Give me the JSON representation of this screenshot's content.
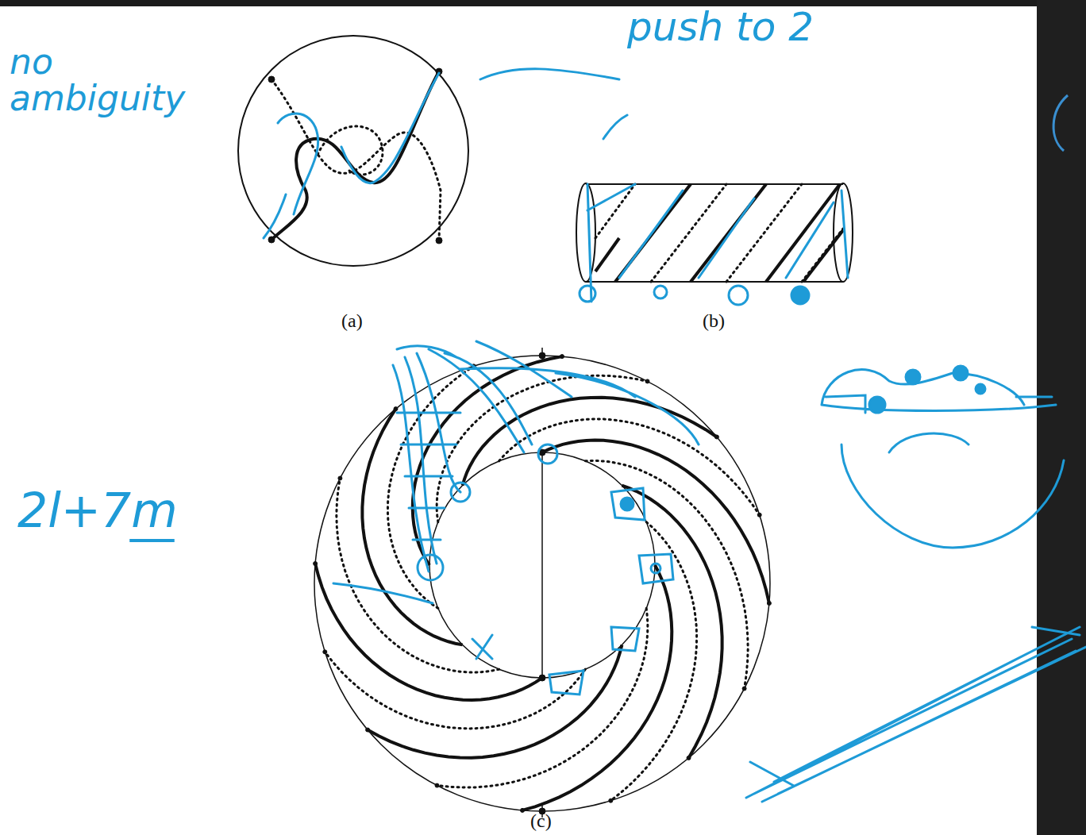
{
  "diagram": {
    "labels": [
      "no ambiguity",
      "push to 2",
      "(a)",
      "(b)",
      "(c)",
      "2l+7m"
    ]
  }
}
